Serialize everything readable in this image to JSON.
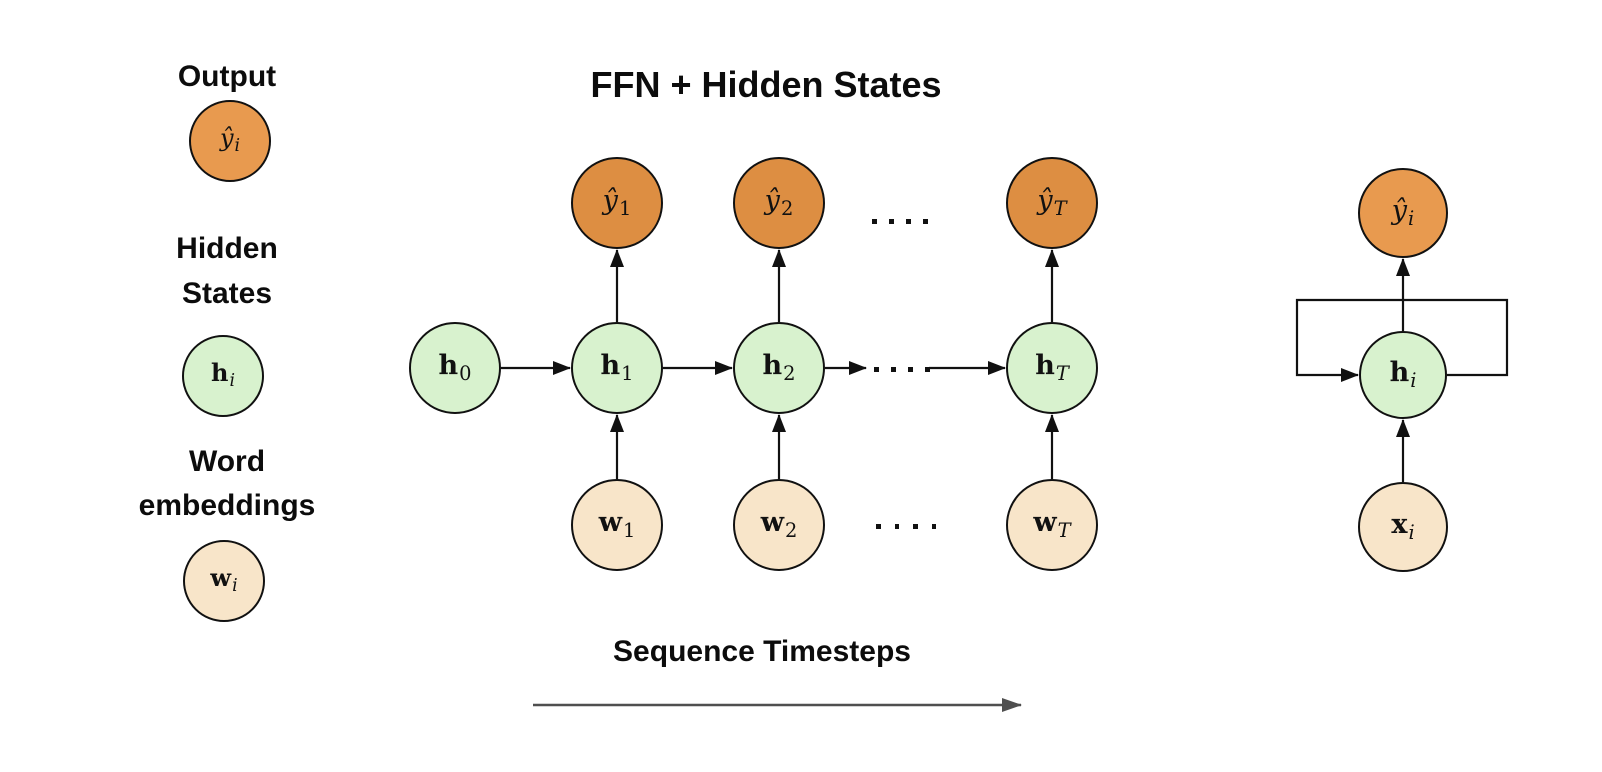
{
  "colors": {
    "background": "#FFFFFF",
    "stroke": "#111111",
    "output_legend": "#E89A4F",
    "output_main": "#DD8E42",
    "hidden_fill": "#D8F2CE",
    "word_fill": "#F8E5C9",
    "axis_arrow": "#4F4F4F"
  },
  "legend": {
    "output_label": "Output",
    "hidden_label_line1": "Hidden",
    "hidden_label_line2": "States",
    "word_label_line1": "Word",
    "word_label_line2": "embeddings",
    "output_node": {
      "base": "ŷ",
      "sub": "i"
    },
    "hidden_node": {
      "base": "h",
      "sub": "i"
    },
    "word_node": {
      "base": "w",
      "sub": "i"
    }
  },
  "main": {
    "title": "FFN + Hidden States",
    "h0": {
      "base": "h",
      "sub": "0"
    },
    "h1": {
      "base": "h",
      "sub": "1"
    },
    "h2": {
      "base": "h",
      "sub": "2"
    },
    "hT": {
      "base": "h",
      "sub": "T"
    },
    "y1": {
      "base": "ŷ",
      "sub": "1"
    },
    "y2": {
      "base": "ŷ",
      "sub": "2"
    },
    "yT": {
      "base": "ŷ",
      "sub": "T"
    },
    "w1": {
      "base": "w",
      "sub": "1"
    },
    "w2": {
      "base": "w",
      "sub": "2"
    },
    "wT": {
      "base": "w",
      "sub": "T"
    },
    "ellipsis": ". . . ."
  },
  "recurrent": {
    "output_node": {
      "base": "ŷ",
      "sub": "i"
    },
    "hidden_node": {
      "base": "h",
      "sub": "i"
    },
    "input_node": {
      "base": "x",
      "sub": "i"
    }
  },
  "axis": {
    "label": "Sequence Timesteps"
  }
}
